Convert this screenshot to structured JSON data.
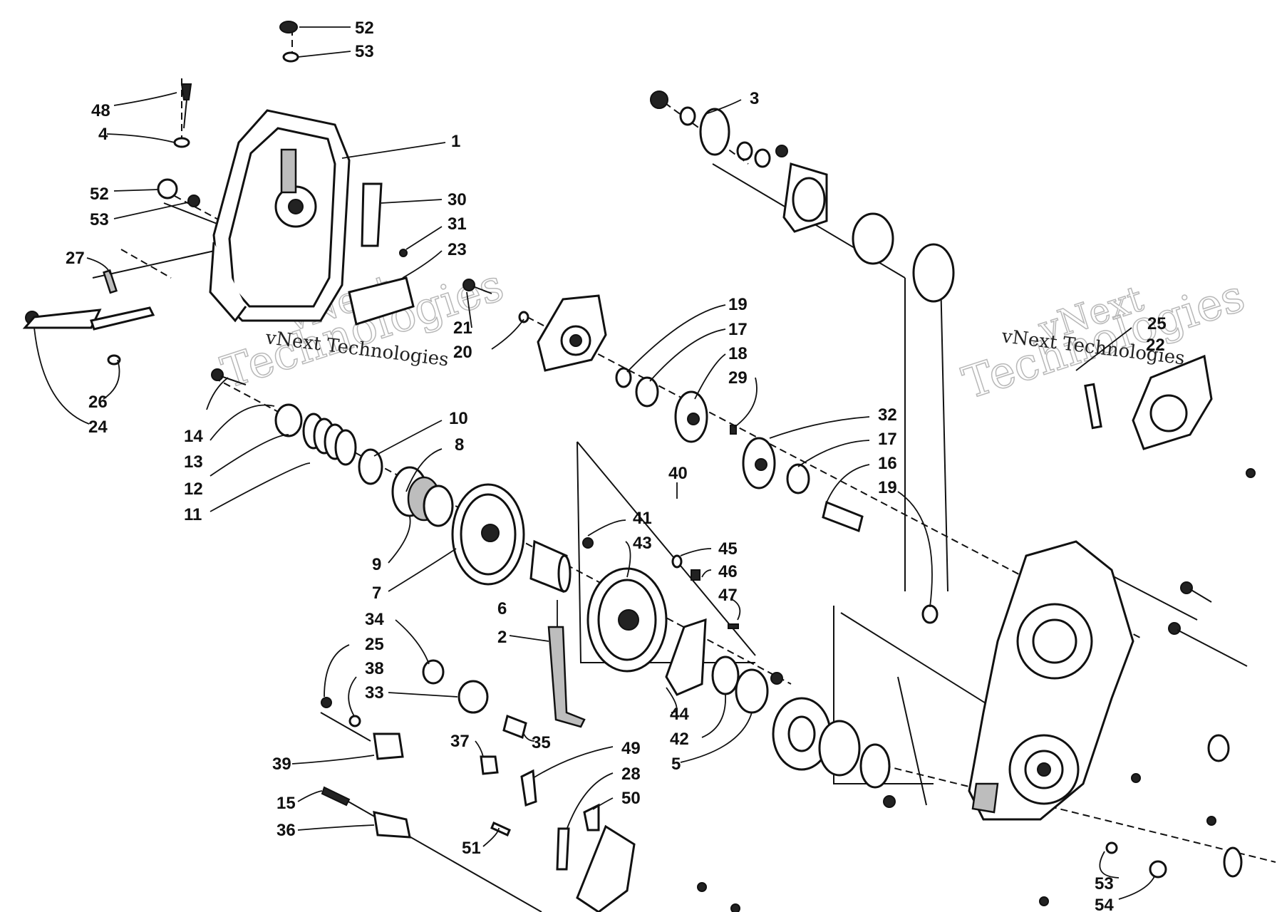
{
  "watermark": {
    "brand_top": "vNext",
    "brand_bottom": "Technologies",
    "caption": "vNext Technologies"
  },
  "callouts": [
    {
      "id": "c52a",
      "text": "52"
    },
    {
      "id": "c53a",
      "text": "53"
    },
    {
      "id": "c48",
      "text": "48"
    },
    {
      "id": "c4",
      "text": "4"
    },
    {
      "id": "c1",
      "text": "1"
    },
    {
      "id": "c52b",
      "text": "52"
    },
    {
      "id": "c53b",
      "text": "53"
    },
    {
      "id": "c30",
      "text": "30"
    },
    {
      "id": "c31",
      "text": "31"
    },
    {
      "id": "c23",
      "text": "23"
    },
    {
      "id": "c27",
      "text": "27"
    },
    {
      "id": "c26",
      "text": "26"
    },
    {
      "id": "c24",
      "text": "24"
    },
    {
      "id": "c21",
      "text": "21"
    },
    {
      "id": "c20",
      "text": "20"
    },
    {
      "id": "c3",
      "text": "3"
    },
    {
      "id": "c19a",
      "text": "19"
    },
    {
      "id": "c17a",
      "text": "17"
    },
    {
      "id": "c18",
      "text": "18"
    },
    {
      "id": "c29",
      "text": "29"
    },
    {
      "id": "c25a",
      "text": "25"
    },
    {
      "id": "c22",
      "text": "22"
    },
    {
      "id": "c14",
      "text": "14"
    },
    {
      "id": "c13",
      "text": "13"
    },
    {
      "id": "c12",
      "text": "12"
    },
    {
      "id": "c11",
      "text": "11"
    },
    {
      "id": "c10",
      "text": "10"
    },
    {
      "id": "c8",
      "text": "8"
    },
    {
      "id": "c9",
      "text": "9"
    },
    {
      "id": "c7",
      "text": "7"
    },
    {
      "id": "c32",
      "text": "32"
    },
    {
      "id": "c17b",
      "text": "17"
    },
    {
      "id": "c16",
      "text": "16"
    },
    {
      "id": "c19b",
      "text": "19"
    },
    {
      "id": "c40",
      "text": "40"
    },
    {
      "id": "c41",
      "text": "41"
    },
    {
      "id": "c43",
      "text": "43"
    },
    {
      "id": "c45",
      "text": "45"
    },
    {
      "id": "c46",
      "text": "46"
    },
    {
      "id": "c47",
      "text": "47"
    },
    {
      "id": "c6",
      "text": "6"
    },
    {
      "id": "c2",
      "text": "2"
    },
    {
      "id": "c34",
      "text": "34"
    },
    {
      "id": "c25b",
      "text": "25"
    },
    {
      "id": "c38",
      "text": "38"
    },
    {
      "id": "c33",
      "text": "33"
    },
    {
      "id": "c35",
      "text": "35"
    },
    {
      "id": "c44",
      "text": "44"
    },
    {
      "id": "c42",
      "text": "42"
    },
    {
      "id": "c5",
      "text": "5"
    },
    {
      "id": "c37",
      "text": "37"
    },
    {
      "id": "c49",
      "text": "49"
    },
    {
      "id": "c28",
      "text": "28"
    },
    {
      "id": "c50",
      "text": "50"
    },
    {
      "id": "c39",
      "text": "39"
    },
    {
      "id": "c15",
      "text": "15"
    },
    {
      "id": "c36",
      "text": "36"
    },
    {
      "id": "c51",
      "text": "51"
    },
    {
      "id": "c53c",
      "text": "53"
    },
    {
      "id": "c54",
      "text": "54"
    }
  ]
}
